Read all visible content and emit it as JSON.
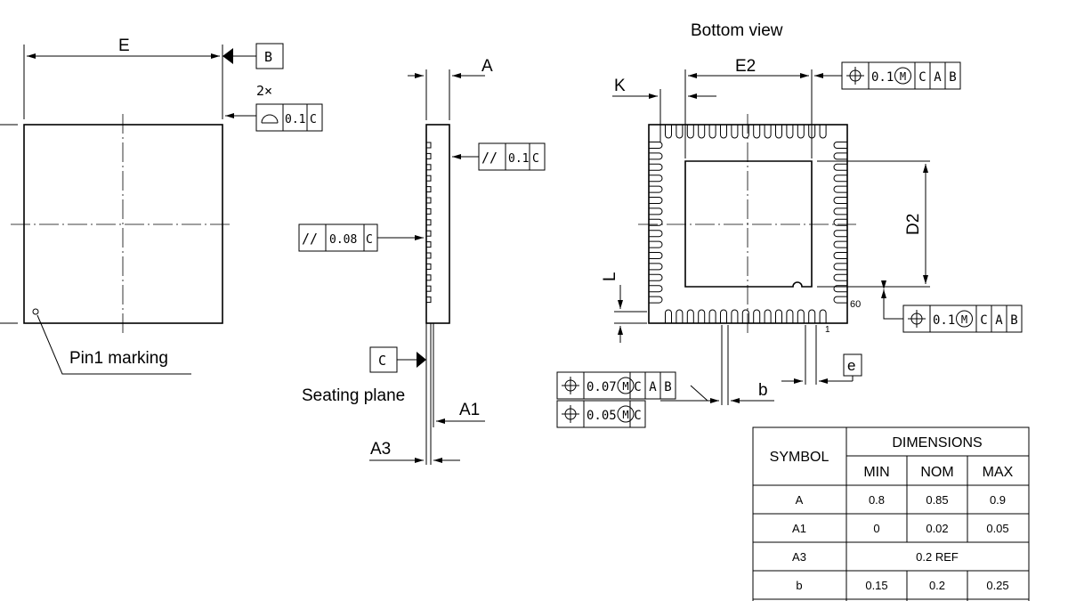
{
  "top_view": {
    "dim_E": "E",
    "datum_B": "B",
    "count": "2×",
    "profile_tol": "0.1",
    "profile_datum": "C",
    "pin1": "Pin1 marking"
  },
  "side_view": {
    "dim_A": "A",
    "parallel_tol_1": "0.1",
    "parallel_datum_1": "C",
    "parallel_tol_2": "0.08",
    "parallel_datum_2": "C",
    "datum_C": "C",
    "seating_plane": "Seating plane",
    "dim_A1": "A1",
    "dim_A3": "A3",
    "parallel_symbol": "//"
  },
  "bottom_view": {
    "title": "Bottom view",
    "dim_E2": "E2",
    "dim_K": "K",
    "dim_D2": "D2",
    "dim_L": "L",
    "dim_b": "b",
    "dim_e": "e",
    "pin_60": "60",
    "pin_1": "1",
    "fcf_E2": {
      "tol": "0.1",
      "mod": "M",
      "datums": [
        "C",
        "A",
        "B"
      ]
    },
    "fcf_D2": {
      "tol": "0.1",
      "mod": "M",
      "datums": [
        "C",
        "A",
        "B"
      ]
    },
    "fcf_b1": {
      "tol": "0.07",
      "mod": "M",
      "datums": [
        "C",
        "A",
        "B"
      ]
    },
    "fcf_b2": {
      "tol": "0.05",
      "mod": "M",
      "datums": [
        "C"
      ]
    }
  },
  "table": {
    "symbol_header": "SYMBOL",
    "dimensions_header": "DIMENSIONS",
    "columns": [
      "MIN",
      "NOM",
      "MAX"
    ],
    "rows": [
      {
        "symbol": "A",
        "min": "0.8",
        "nom": "0.85",
        "max": "0.9"
      },
      {
        "symbol": "A1",
        "min": "0",
        "nom": "0.02",
        "max": "0.05"
      },
      {
        "symbol": "A3",
        "merged": "0.2 REF"
      },
      {
        "symbol": "b",
        "min": "0.15",
        "nom": "0.2",
        "max": "0.25"
      }
    ]
  }
}
